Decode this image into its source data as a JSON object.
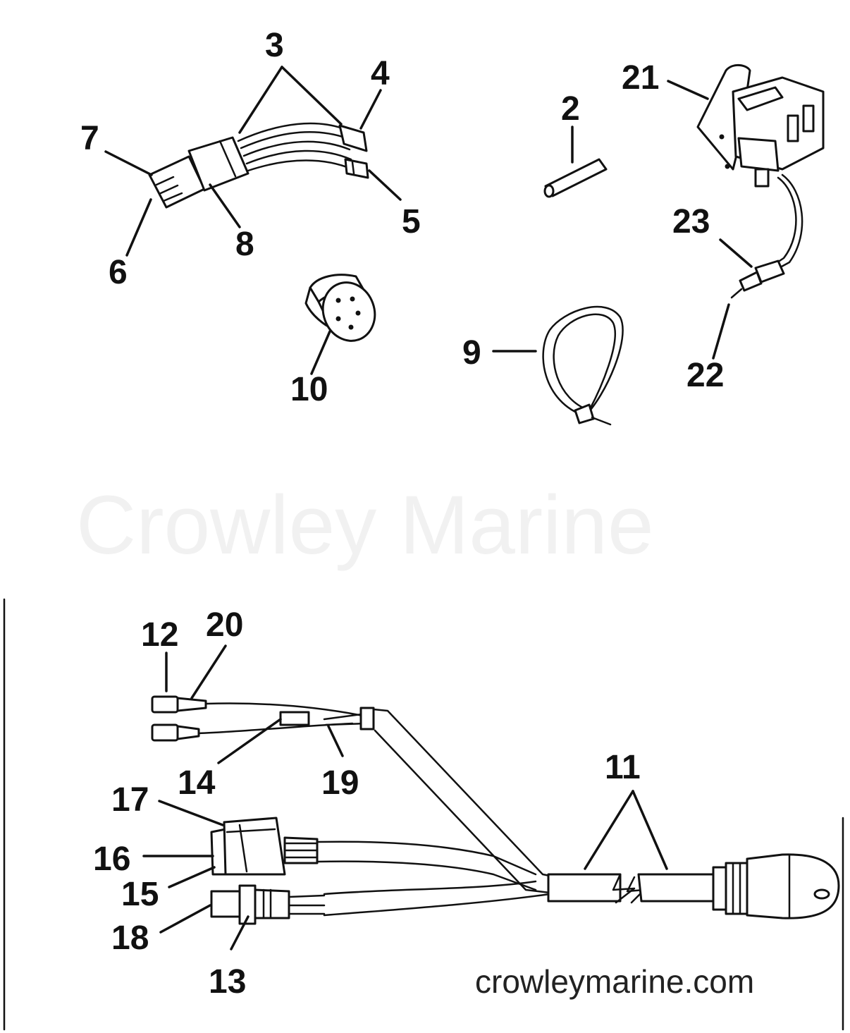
{
  "watermark": "Crowley Marine",
  "website": "crowleymarine.com",
  "callouts": {
    "c2": "2",
    "c3": "3",
    "c4": "4",
    "c5": "5",
    "c6": "6",
    "c7": "7",
    "c8": "8",
    "c9": "9",
    "c10": "10",
    "c11": "11",
    "c12": "12",
    "c13": "13",
    "c14": "14",
    "c15": "15",
    "c16": "16",
    "c17": "17",
    "c18": "18",
    "c19": "19",
    "c20": "20",
    "c21": "21",
    "c22": "22",
    "c23": "23"
  },
  "colors": {
    "ink": "#111111",
    "watermark": "#f1f1f1",
    "background": "#ffffff"
  }
}
